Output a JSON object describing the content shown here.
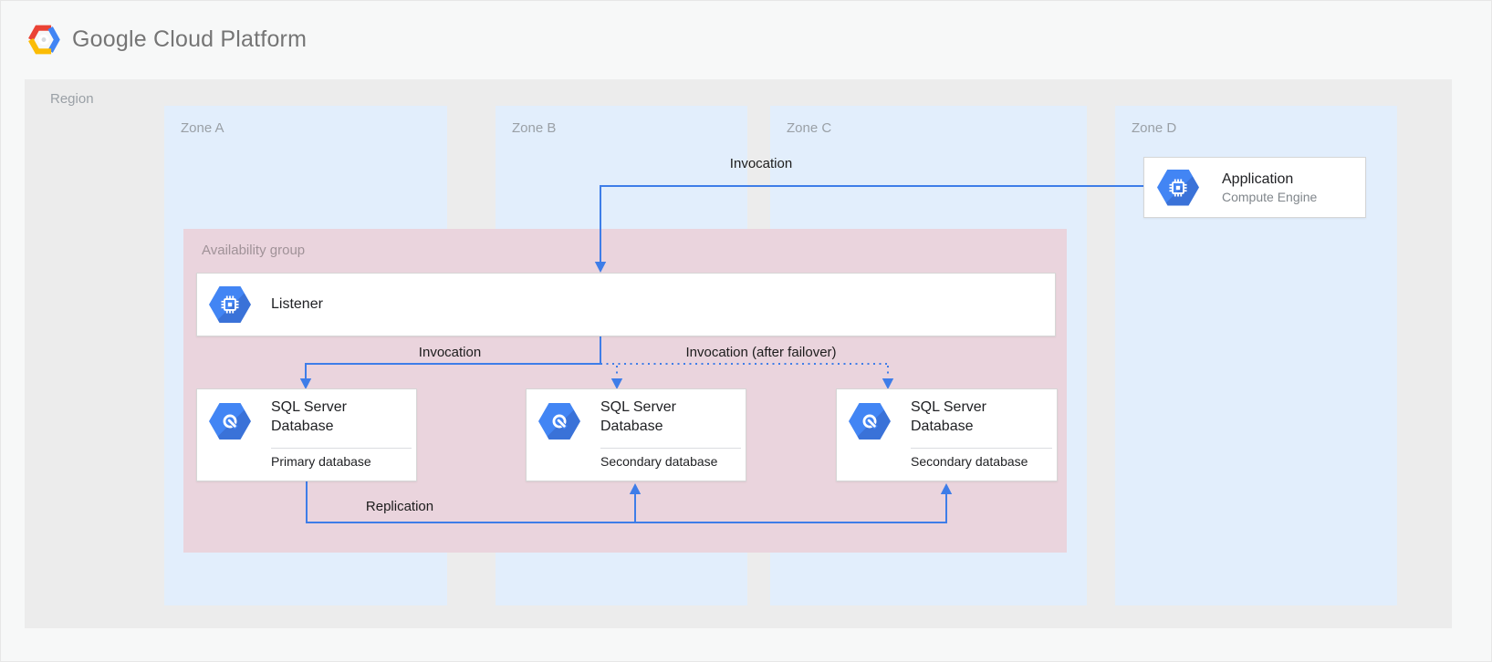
{
  "colors": {
    "accent_blue": "#3e7de8",
    "icon_blue": "#4285f4",
    "zone_blue": "#e2eefc",
    "availability_pink": "#ead4dd",
    "region_gray": "#ececec",
    "logo_red": "#ea4335",
    "logo_yellow": "#fbbc05"
  },
  "header": {
    "brand": "Google Cloud Platform"
  },
  "region": {
    "label": "Region"
  },
  "zones": [
    {
      "label": "Zone A"
    },
    {
      "label": "Zone B"
    },
    {
      "label": "Zone C"
    },
    {
      "label": "Zone D"
    }
  ],
  "availability_group": {
    "label": "Availability group"
  },
  "nodes": {
    "application": {
      "title": "Application",
      "subtitle": "Compute Engine"
    },
    "listener": {
      "title": "Listener"
    }
  },
  "databases": [
    {
      "title_line1": "SQL Server",
      "title_line2": "Database",
      "subtitle": "Primary database"
    },
    {
      "title_line1": "SQL Server",
      "title_line2": "Database",
      "subtitle": "Secondary database"
    },
    {
      "title_line1": "SQL Server",
      "title_line2": "Database",
      "subtitle": "Secondary database"
    }
  ],
  "edges": {
    "invocation_app_to_listener": {
      "label": "Invocation",
      "style": "solid"
    },
    "invocation_listener_to_primary": {
      "label": "Invocation",
      "style": "solid"
    },
    "invocation_after_failover": {
      "label": "Invocation (after failover)",
      "style": "dotted"
    },
    "replication": {
      "label": "Replication",
      "style": "solid"
    }
  }
}
